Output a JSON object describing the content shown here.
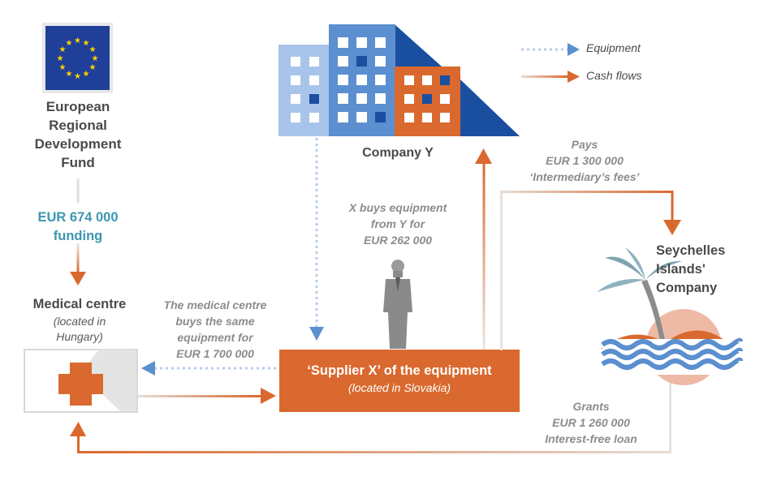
{
  "legend": {
    "equipment": "Equipment",
    "cash_flows": "Cash flows"
  },
  "colors": {
    "orange": "#d9692e",
    "blue_arrow": "#5b8fcf",
    "teal_text": "#3b97b1",
    "eu_blue": "#1f3f99",
    "eu_star": "#ffd200",
    "gray_line": "#dcd6d2"
  },
  "nodes": {
    "erdf": {
      "line1": "European",
      "line2": "Regional",
      "line3": "Development",
      "line4": "Fund",
      "icon": "eu-flag-icon"
    },
    "company_y": {
      "label": "Company Y",
      "icon": "buildings-icon"
    },
    "medical_centre": {
      "title": "Medical centre",
      "sub1": "(located in",
      "sub2": "Hungary)",
      "icon": "medical-cross-icon"
    },
    "supplier_x": {
      "title": "‘Supplier X’ of the equipment",
      "sub": "(located in Slovakia)",
      "icon": "businessman-icon"
    },
    "seychelles": {
      "line1": "Seychelles",
      "line2": "Islands'",
      "line3": "Company",
      "icon": "palm-island-icon"
    }
  },
  "flows": {
    "funding": {
      "line1": "EUR 674 000",
      "line2": "funding"
    },
    "x_buys": {
      "line1": "X buys equipment",
      "line2": "from Y for",
      "line3": "EUR 262 000"
    },
    "medical_buys": {
      "line1": "The medical centre",
      "line2": "buys the same",
      "line3": "equipment for",
      "line4": "EUR 1 700 000"
    },
    "pays": {
      "line1": "Pays",
      "line2": "EUR 1 300 000",
      "line3": "‘Intermediary’s fees’"
    },
    "grants": {
      "line1": "Grants",
      "line2": "EUR 1 260 000",
      "line3": "Interest-free loan"
    }
  }
}
